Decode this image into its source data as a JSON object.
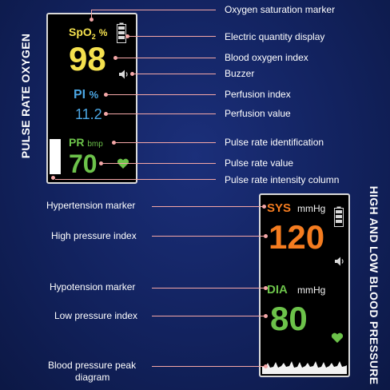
{
  "side_titles": {
    "left": "PULSE RATE OXYGEN",
    "right": "HIGH AND LOW BLOOD PRESSURE"
  },
  "oximeter": {
    "spo2_label": "SpO",
    "spo2_sub": "2",
    "spo2_unit": "%",
    "spo2_value": "98",
    "pi_label": "PI",
    "pi_unit": "%",
    "pi_value": "11.2",
    "pr_label": "PR",
    "pr_unit": "bmp",
    "pr_value": "70",
    "colors": {
      "spo2": "#f5e14e",
      "pi": "#4ba6e3",
      "pr": "#6cc24a"
    }
  },
  "blood_pressure": {
    "sys_label": "SYS",
    "sys_unit": "mmHg",
    "sys_value": "120",
    "dia_label": "DIA",
    "dia_unit": "mmHg",
    "dia_value": "80",
    "colors": {
      "sys": "#f47c20",
      "dia": "#6cc24a"
    }
  },
  "callouts_right": [
    "Oxygen saturation marker",
    "Electric quantity display",
    "Blood oxygen index",
    "Buzzer",
    "Perfusion index",
    "Perfusion value",
    "Pulse rate identification",
    "Pulse rate value",
    "Pulse rate intensity column"
  ],
  "callouts_left": [
    "Hypertension marker",
    "High pressure index",
    "Hypotension marker",
    "Low pressure index",
    "Blood pressure peak",
    "diagram"
  ],
  "icons": [
    "battery-icon",
    "speaker-icon",
    "heart-icon"
  ]
}
